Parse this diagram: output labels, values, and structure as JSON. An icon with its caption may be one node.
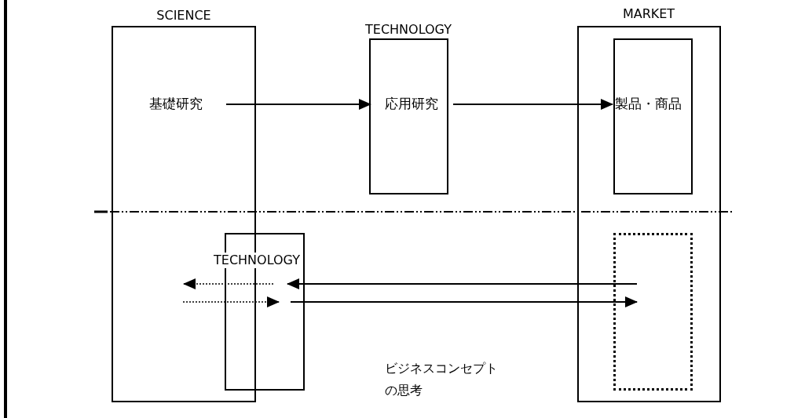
{
  "diagram": {
    "nodes": [
      {
        "text": [
          "SCIENCE",
          "基礎研究"
        ]
      },
      {
        "text": [
          "TECHNOLOGY",
          "応用研究"
        ]
      },
      {
        "text": [
          "MARKET"
        ]
      },
      {
        "text": [
          "製品・商品"
        ],
        "in": 2
      },
      {
        "text": [
          "TECHNOLOGY"
        ]
      },
      {
        "text": [],
        "shape": "box",
        "in": 2
      }
    ],
    "edges": [
      {
        "from": 0,
        "to": 1,
        "arrow": "to"
      },
      {
        "from": 1,
        "to": 3,
        "arrow": "to"
      },
      {
        "from": 5,
        "to": 4,
        "arrow": "to"
      },
      {
        "from": 4,
        "to": 5,
        "arrow": "to",
        "label": "ビジネスコンセプトの思考"
      },
      {
        "from": 4,
        "to": 0,
        "arrow": "to",
        "style": "dashed"
      },
      {
        "from": 0,
        "to": 4,
        "arrow": "to",
        "style": "dashed"
      }
    ]
  }
}
